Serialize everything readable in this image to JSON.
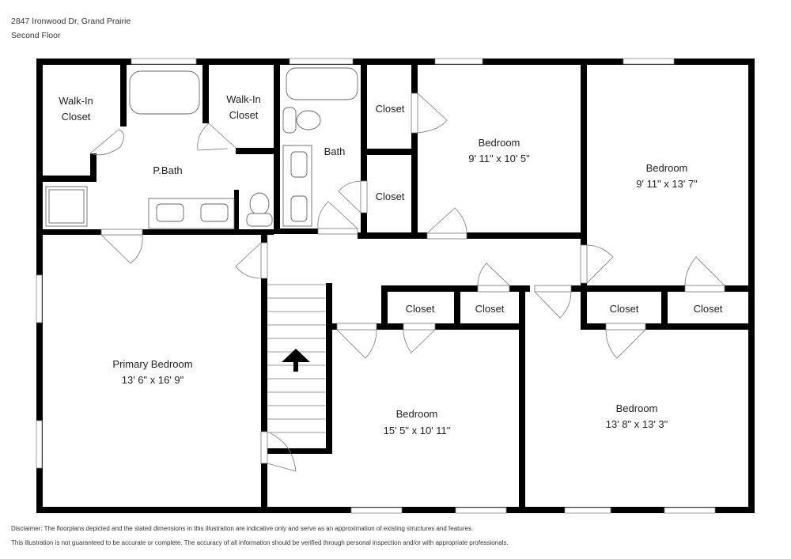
{
  "header": {
    "address": "2847 Ironwood Dr, Grand Prairie",
    "floor": "Second Floor"
  },
  "rooms": [
    {
      "name": "Walk-In",
      "name2": "Closet",
      "dims": ""
    },
    {
      "name": "Walk-In",
      "name2": "Closet",
      "dims": ""
    },
    {
      "name": "P.Bath",
      "dims": ""
    },
    {
      "name": "Bath",
      "dims": ""
    },
    {
      "name": "Closet",
      "dims": ""
    },
    {
      "name": "Closet",
      "dims": ""
    },
    {
      "name": "Bedroom",
      "dims": "9' 11\" x 10' 5\""
    },
    {
      "name": "Bedroom",
      "dims": "9' 11\" x 13' 7\""
    },
    {
      "name": "Primary Bedroom",
      "dims": "13' 6\" x 16' 9\""
    },
    {
      "name": "Closet",
      "dims": ""
    },
    {
      "name": "Closet",
      "dims": ""
    },
    {
      "name": "Closet",
      "dims": ""
    },
    {
      "name": "Closet",
      "dims": ""
    },
    {
      "name": "Bedroom",
      "dims": "15' 5\" x 10' 11\""
    },
    {
      "name": "Bedroom",
      "dims": "13' 8\" x 13' 3\""
    }
  ],
  "stairs": {
    "direction": "up",
    "icon": "arrow-up-icon"
  },
  "disclaimer": {
    "line1": "Disclaimer: The floorplans depicted and the stated dimensions in this illustration are indicative only and serve as an approximation of existing structures and features.",
    "line2": "This illustration is not guaranteed to be accurate or complete. The accuracy of all information should be verified through personal inspection and/or with appropriate professionals."
  }
}
